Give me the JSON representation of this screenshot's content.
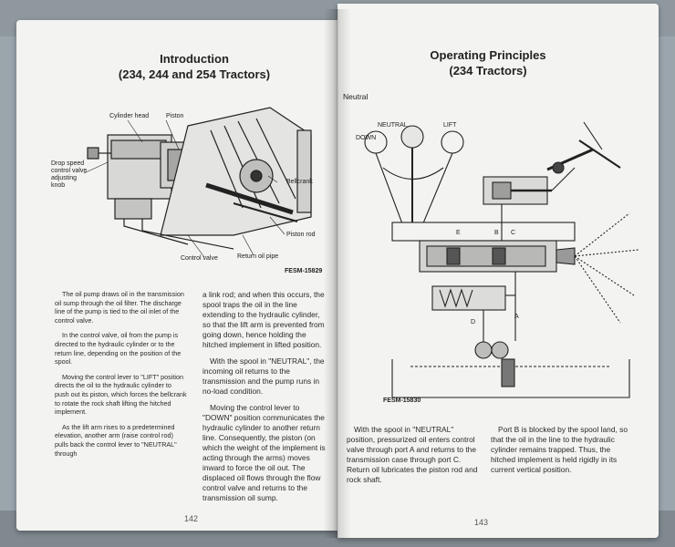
{
  "left_page": {
    "title_line1": "Introduction",
    "title_line2": "(234, 244 and 254 Tractors)",
    "figure": {
      "labels": {
        "cylinder_head": "Cylinder head",
        "piston": "Piston",
        "drop_speed": "Drop speed control valve adjusting knob",
        "bellcrank": "Bellcrank",
        "piston_rod": "Piston rod",
        "control_valve": "Control valve",
        "return_oil_pipe": "Return oil pipe"
      },
      "code": "FESM-15829"
    },
    "col1": [
      "The oil pump draws oil in the transmission oil sump through the oil filter. The discharge line of the pump is tied to the oil inlet of the control valve.",
      "In the control valve, oil from the pump is directed to the hydraulic cylinder or to the return line, depending on the position of the spool.",
      "Moving the control lever to \"LIFT\" position directs the oil to the hydraulic cylinder to push out its piston, which forces the bellcrank to rotate the rock shaft lifting the hitched implement.",
      "As the lift arm rises to a predetermined elevation, another arm (raise control rod) pulls back the control lever to \"NEUTRAL\" through"
    ],
    "col2": [
      "a link rod; and when this occurs, the spool traps the oil in the line extending to the hydraulic cylinder, so that the lift arm is prevented from going down, hence holding the hitched implement in lifted position.",
      "With the spool in \"NEUTRAL\", the incoming oil returns to the transmission and the pump runs in no-load condition.",
      "Moving the control lever to \"DOWN\" position communicates the hydraulic cylinder to another return line. Consequently, the piston (on which the weight of the implement is acting through the arms) moves inward to force the oil out. The displaced oil flows through the flow control valve and returns to the transmission oil sump."
    ],
    "page_number": "142"
  },
  "right_page": {
    "title_line1": "Operating Principles",
    "title_line2": "(234 Tractors)",
    "figure": {
      "neutral": "Neutral",
      "lever_labels": {
        "down": "DOWN",
        "neutral": "NEUTRAL",
        "lift": "LIFT"
      },
      "ports": {
        "e": "E",
        "b": "B",
        "c": "C",
        "a": "A",
        "d": "D"
      },
      "code": "FESM-15830"
    },
    "col1": [
      "With the spool in \"NEUTRAL\" position, pressurized oil enters control valve through port A and returns to the transmission case through port C. Return oil lubricates the piston rod and rock shaft."
    ],
    "col2": [
      "Port B is blocked by the spool land, so that the oil in the line to the hydraulic cylinder remains trapped. Thus, the hitched implement is held rigidly in its current vertical position."
    ],
    "page_number": "143"
  }
}
